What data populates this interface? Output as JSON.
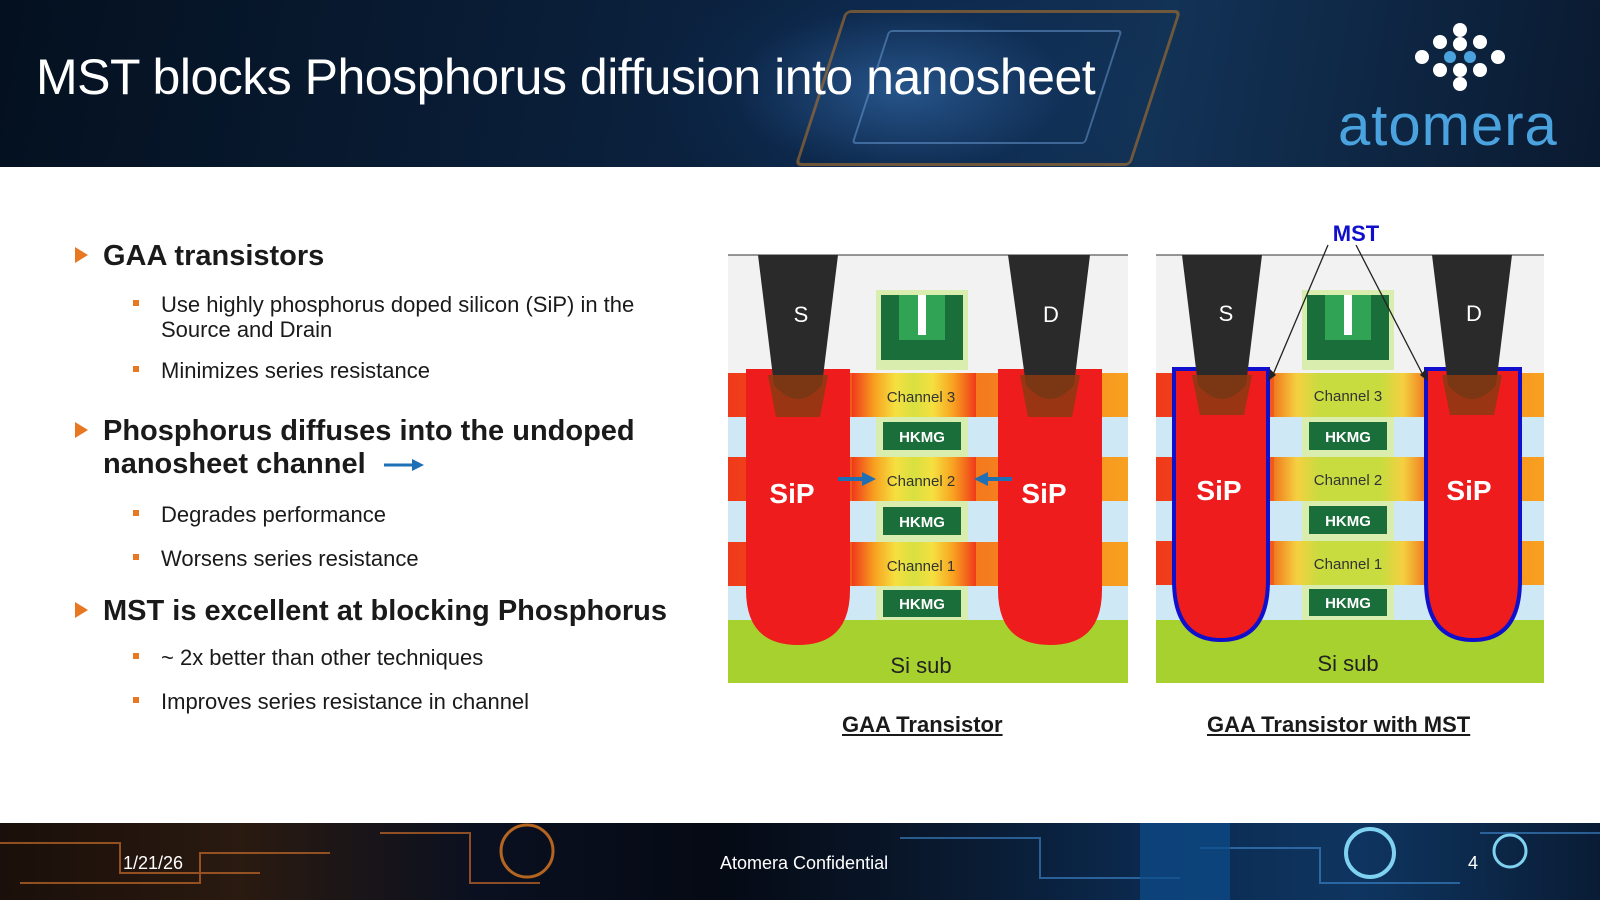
{
  "slide": {
    "title": "MST blocks Phosphorus diffusion into nanosheet",
    "logo_text": "atomera"
  },
  "bullets": [
    {
      "text": "GAA transistors",
      "subs": [
        "Use highly phosphorus doped silicon (SiP) in the Source and Drain",
        "Minimizes series resistance"
      ]
    },
    {
      "text": "Phosphorus diffuses into the undoped nanosheet channel",
      "subs": [
        "Degrades performance",
        "Worsens series resistance"
      ]
    },
    {
      "text": "MST is excellent at blocking Phosphorus",
      "subs": [
        "~ 2x better than other techniques",
        "Improves series resistance in channel"
      ]
    }
  ],
  "diagrams": {
    "left": {
      "caption": "GAA Transistor",
      "source": "S",
      "drain": "D",
      "sip_left": "SiP",
      "sip_right": "SiP",
      "channels": [
        "Channel 3",
        "Channel 2",
        "Channel 1"
      ],
      "gates": [
        "HKMG",
        "HKMG",
        "HKMG"
      ],
      "substrate": "Si sub"
    },
    "right": {
      "caption": "GAA Transistor with MST",
      "mst_label": "MST",
      "source": "S",
      "drain": "D",
      "sip_left": "SiP",
      "sip_right": "SiP",
      "channels": [
        "Channel 3",
        "Channel 2",
        "Channel 1"
      ],
      "gates": [
        "HKMG",
        "HKMG",
        "HKMG"
      ],
      "substrate": "Si sub"
    }
  },
  "footer": {
    "date": "1/21/26",
    "center": "Atomera Confidential",
    "page": "4"
  },
  "colors": {
    "accent_orange": "#e87722",
    "arrow_blue": "#1f6fb5",
    "mst_blue": "#1010cc",
    "sip_red": "#ee1c1c",
    "substrate_green": "#a6d12e",
    "hkmg_green": "#1a6e3a",
    "logo_blue": "#4aa3df"
  }
}
